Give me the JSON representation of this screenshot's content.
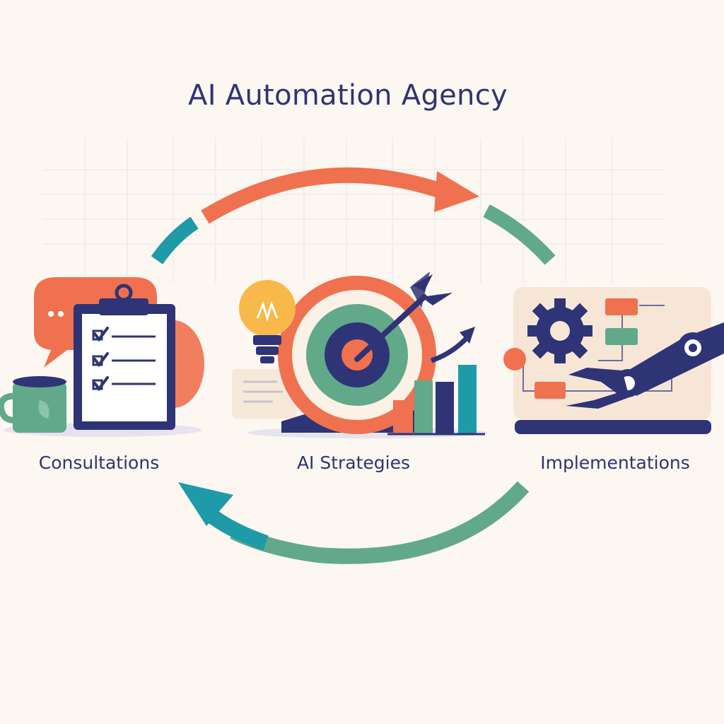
{
  "title": "AI Automation Agency",
  "steps": [
    {
      "label": "Consultations",
      "icon": "clipboard-checklist-icon"
    },
    {
      "label": "AI Strategies",
      "icon": "target-arrow-icon"
    },
    {
      "label": "Implementations",
      "icon": "robot-arm-workflow-icon"
    }
  ],
  "colors": {
    "navy": "#2f3476",
    "coral": "#f0714f",
    "green": "#62a98a",
    "teal": "#1f9aa8",
    "yellow": "#f8b84a",
    "background": "#fcf7f1"
  }
}
